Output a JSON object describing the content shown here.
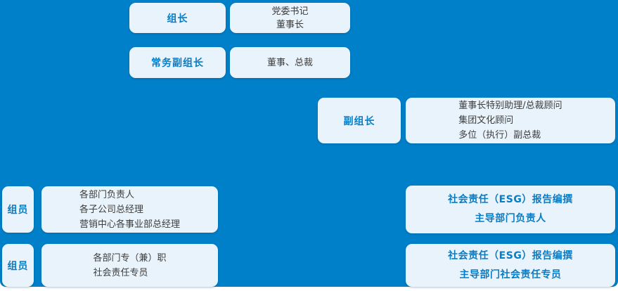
{
  "colors": {
    "panel_blue": "#0080c9",
    "box_fill": "#e9f3fb",
    "role_text_blue": "#0a7cc4",
    "member_text_gray": "#3d3d3d"
  },
  "org_chart": {
    "rows": [
      {
        "role": "组长",
        "members": [
          "党委书记",
          "董事长"
        ]
      },
      {
        "role": "常务副组长",
        "members": [
          "董事、总裁"
        ]
      },
      {
        "role": "副组长",
        "members": [
          "董事长特别助理/总裁顾问",
          "集团文化顾问",
          "多位（执行）副总裁"
        ]
      },
      {
        "role": "组员",
        "members": [
          "各部门负责人",
          "各子公司总经理",
          "营销中心各事业部总经理"
        ]
      },
      {
        "role": "组员",
        "members": [
          "各部门专（兼）职",
          "社会责任专员"
        ]
      }
    ],
    "esg_panels": [
      {
        "lines": [
          "社会责任（ESG）报告编撰",
          "主导部门负责人"
        ]
      },
      {
        "lines": [
          "社会责任（ESG）报告编撰",
          "主导部门社会责任专员"
        ]
      }
    ]
  }
}
